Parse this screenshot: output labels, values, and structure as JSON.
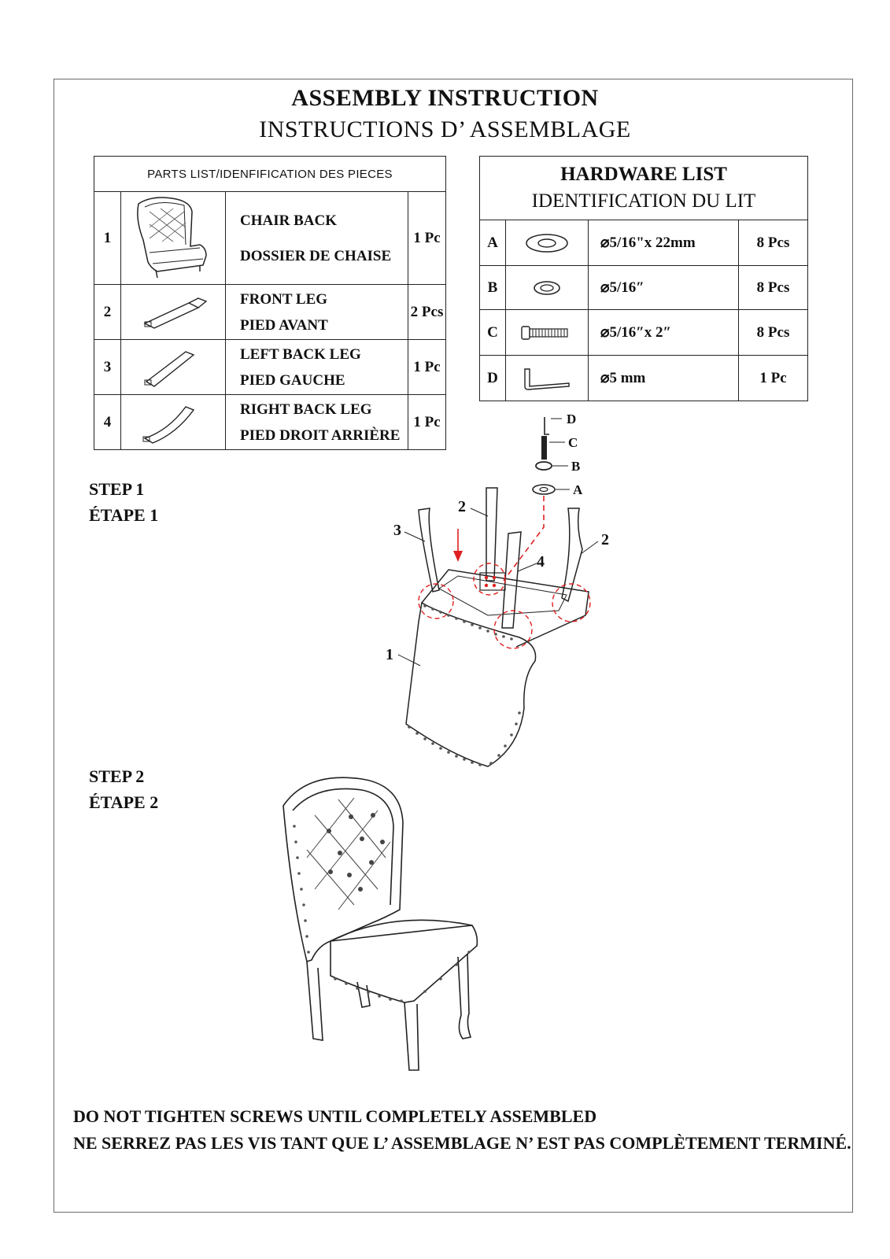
{
  "title": {
    "line1": "ASSEMBLY INSTRUCTION",
    "line2": "INSTRUCTIONS D’ ASSEMBLAGE"
  },
  "parts": {
    "header": "PARTS LIST/IDENFIFICATION DES PIECES",
    "rows": [
      {
        "num": "1",
        "name_en": "CHAIR BACK",
        "name_fr": "DOSSIER DE CHAISE",
        "qty": "1 Pc"
      },
      {
        "num": "2",
        "name_en": "FRONT LEG",
        "name_fr": "PIED AVANT",
        "qty": "2 Pcs"
      },
      {
        "num": "3",
        "name_en": "LEFT BACK LEG",
        "name_fr": "PIED GAUCHE",
        "qty": "1 Pc"
      },
      {
        "num": "4",
        "name_en": "RIGHT BACK LEG",
        "name_fr": "PIED DROIT ARRIÈRE",
        "qty": "1 Pc"
      }
    ]
  },
  "hardware": {
    "header1": "HARDWARE LIST",
    "header2": "IDENTIFICATION DU LIT",
    "rows": [
      {
        "letter": "A",
        "spec": "⌀5/16\"x 22mm",
        "qty": "8 Pcs",
        "icon": "flat-washer-icon"
      },
      {
        "letter": "B",
        "spec": "⌀5/16″",
        "qty": "8 Pcs",
        "icon": "lock-washer-icon"
      },
      {
        "letter": "C",
        "spec": "⌀5/16″x 2″",
        "qty": "8 Pcs",
        "icon": "bolt-icon"
      },
      {
        "letter": "D",
        "spec": "⌀5 mm",
        "qty": "1 Pc",
        "icon": "allen-key-icon"
      }
    ]
  },
  "step1": {
    "en": "STEP 1",
    "fr": "ÉTAPE 1"
  },
  "step2": {
    "en": "STEP 2",
    "fr": "ÉTAPE 2"
  },
  "diagram_labels": {
    "part1": "1",
    "part2a": "2",
    "part2b": "2",
    "part3": "3",
    "part4": "4",
    "hw_a": "A",
    "hw_b": "B",
    "hw_c": "C",
    "hw_d": "D"
  },
  "warning": {
    "en": "DO NOT TIGHTEN SCREWS UNTIL COMPLETELY ASSEMBLED",
    "fr": "NE SERREZ PAS LES VIS TANT QUE L’ ASSEMBLAGE N’ EST PAS COMPLÈTEMENT TERMINÉ."
  },
  "colors": {
    "accent_red": "#e02020",
    "line": "#222222"
  }
}
